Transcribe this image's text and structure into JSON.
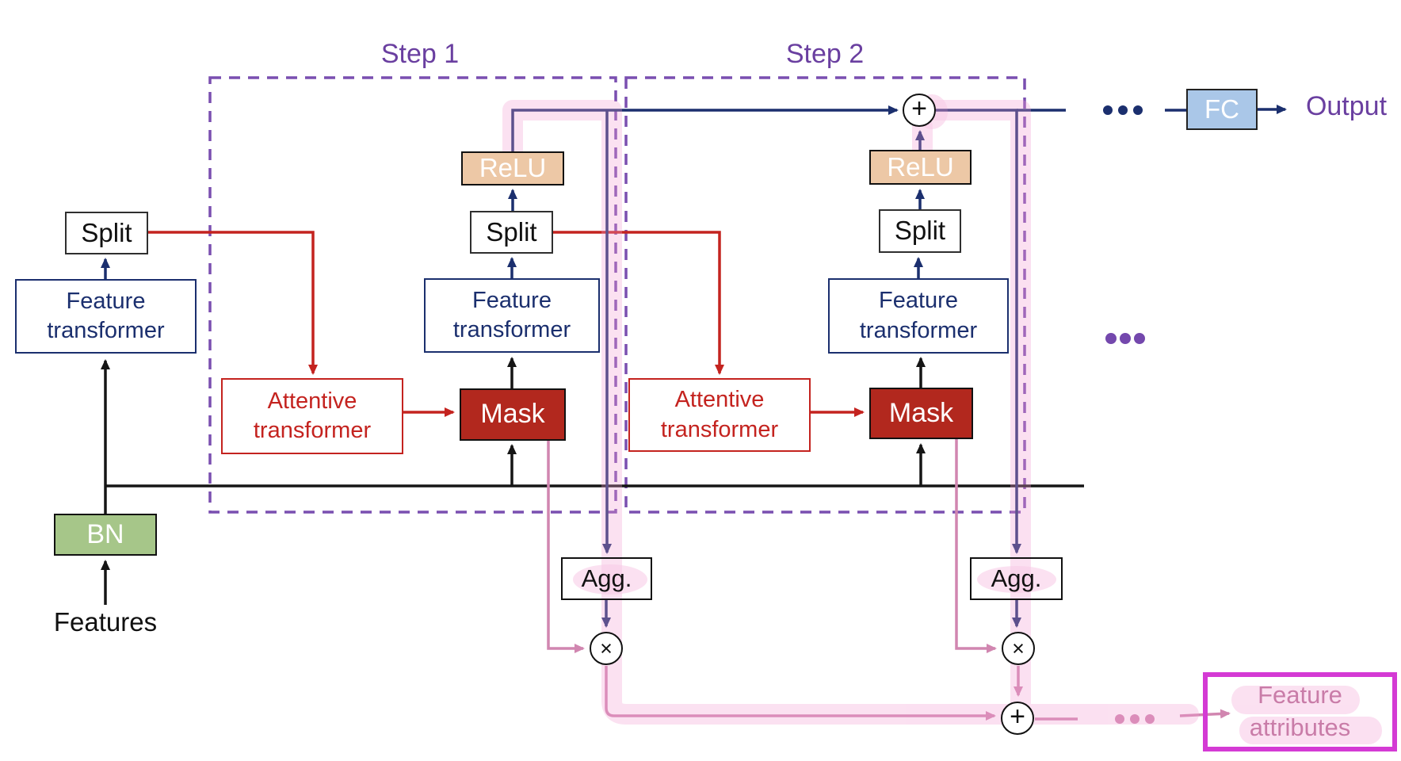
{
  "steps": {
    "step1": "Step 1",
    "step2": "Step 2"
  },
  "labels": {
    "features": "Features",
    "bn": "BN",
    "split": "Split",
    "feature_transformer": {
      "line1": "Feature",
      "line2": "transformer"
    },
    "attentive_transformer": {
      "line1": "Attentive",
      "line2": "transformer"
    },
    "mask": "Mask",
    "relu": "ReLU",
    "agg": "Agg.",
    "multiply": "×",
    "add": "+",
    "fc": "FC",
    "output": "Output",
    "feature_attributes": {
      "line1": "Feature",
      "line2": "attributes"
    }
  },
  "icons": {
    "ellipsis_top": "…",
    "ellipsis_middle": "…",
    "ellipsis_bottom": "…"
  },
  "colors": {
    "navy": "#1b2f6e",
    "black": "#151515",
    "red": "#c4231f",
    "mask_fill": "#b2281e",
    "relu_fill": "#edc8a6",
    "bn_fill": "#a6c689",
    "fc_fill": "#aac7e8",
    "step_purple": "#6a3fa0",
    "dash_purple": "#7a4fb0",
    "rose": "#d186b0",
    "pink_highlight": "#f3bfe0",
    "magenta_border": "#d43ad4",
    "attr_text": "#c97ca8"
  }
}
